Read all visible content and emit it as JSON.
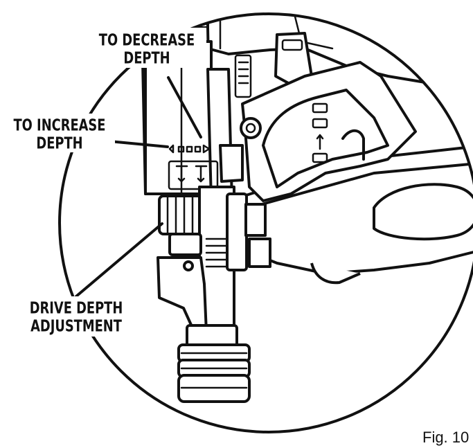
{
  "labels": {
    "decrease_line1": "TO DECREASE",
    "decrease_line2": "DEPTH",
    "increase_line1": "TO INCREASE",
    "increase_line2": "DEPTH",
    "drive_line1": "DRIVE DEPTH",
    "drive_line2": "ADJUSTMENT",
    "figure_number": "Fig. 10"
  },
  "colors": {
    "ink": "#111111",
    "paper": "#ffffff"
  }
}
